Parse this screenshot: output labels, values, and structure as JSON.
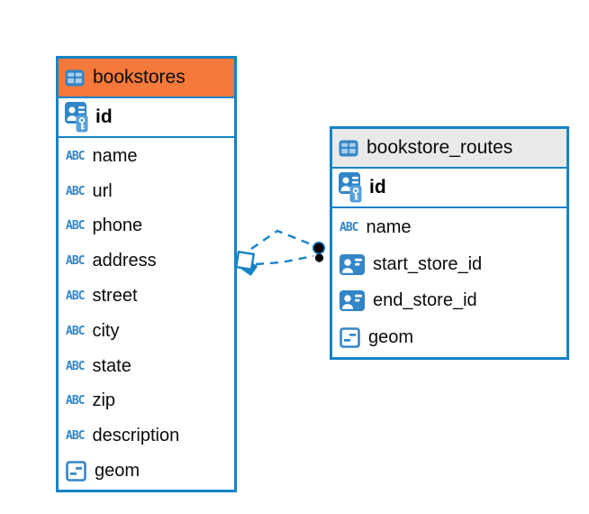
{
  "colors": {
    "table_border": "#1583C9",
    "bookstores_header_bg": "#F5793B",
    "routes_header_bg": "#E9E9E9",
    "icon_blue": "#3285C7",
    "icon_blue_light": "#A8CCEA",
    "relationship_line": "#1583C9",
    "field_text": "#0B0B0B"
  },
  "abc_icon_label": "ABC",
  "tables": [
    {
      "title": "bookstores",
      "primary_key": {
        "name": "id",
        "icon": "primary-key-icon"
      },
      "columns": [
        {
          "name": "name",
          "icon": "text-type-icon"
        },
        {
          "name": "url",
          "icon": "text-type-icon"
        },
        {
          "name": "phone",
          "icon": "text-type-icon"
        },
        {
          "name": "address",
          "icon": "text-type-icon"
        },
        {
          "name": "street",
          "icon": "text-type-icon"
        },
        {
          "name": "city",
          "icon": "text-type-icon"
        },
        {
          "name": "state",
          "icon": "text-type-icon"
        },
        {
          "name": "zip",
          "icon": "text-type-icon"
        },
        {
          "name": "description",
          "icon": "text-type-icon"
        },
        {
          "name": "geom",
          "icon": "geometry-type-icon"
        }
      ]
    },
    {
      "title": "bookstore_routes",
      "primary_key": {
        "name": "id",
        "icon": "primary-key-icon"
      },
      "columns": [
        {
          "name": "name",
          "icon": "text-type-icon"
        },
        {
          "name": "start_store_id",
          "icon": "reference-type-icon"
        },
        {
          "name": "end_store_id",
          "icon": "reference-type-icon"
        },
        {
          "name": "geom",
          "icon": "geometry-type-icon"
        }
      ]
    }
  ],
  "relationship": {
    "from_table": "bookstores",
    "to_table": "bookstore_routes",
    "style": "dashed",
    "line_count": 2
  }
}
